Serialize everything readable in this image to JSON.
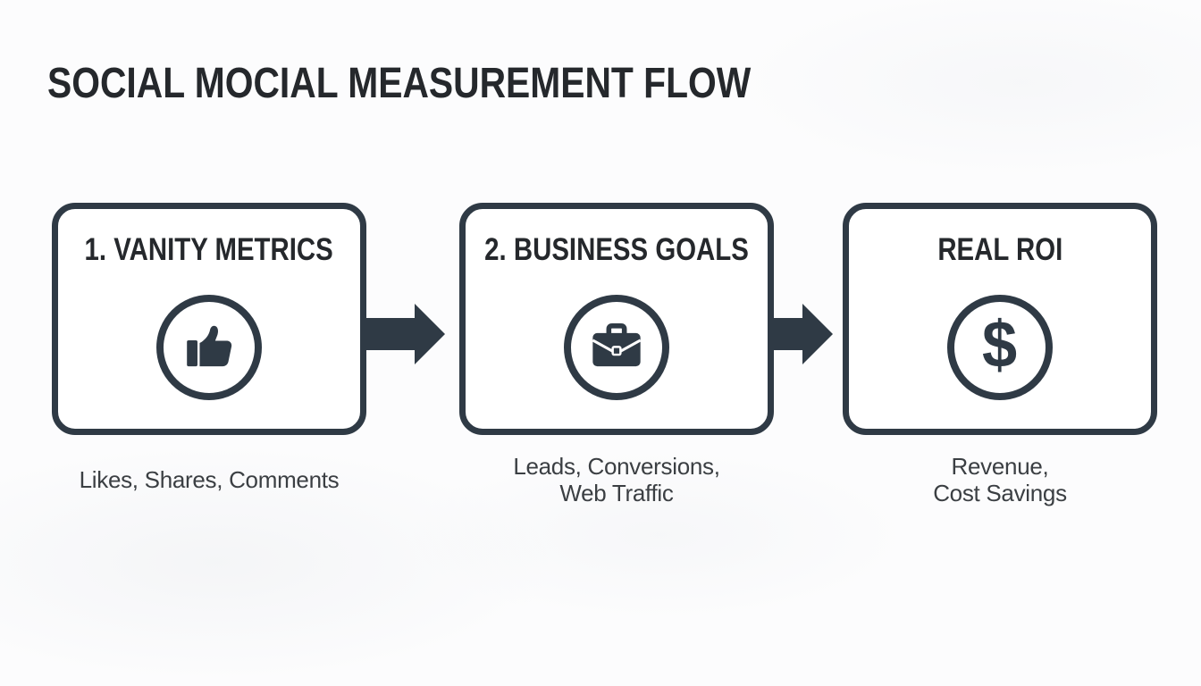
{
  "title": "SOCIAL MOCIAL MEASUREMENT FLOW",
  "colors": {
    "accent": "#2f3a45",
    "heading_text": "#25282c",
    "caption_text": "#3b3f43",
    "background": "#fcfcfd",
    "card_background": "#ffffff"
  },
  "steps": [
    {
      "label": "1. VANITY METRICS",
      "icon": "thumbs-up-icon",
      "caption_lines": [
        "Likes, Shares, Comments"
      ]
    },
    {
      "label": "2. BUSINESS GOALS",
      "icon": "briefcase-icon",
      "caption_lines": [
        "Leads, Conversions,",
        "Web Traffic"
      ]
    },
    {
      "label": "REAL ROI",
      "icon": "dollar-sign-icon",
      "caption_lines": [
        "Revenue,",
        "Cost Savings"
      ],
      "dollar_glyph": "$"
    }
  ],
  "connectors": [
    {
      "type": "arrow-right"
    },
    {
      "type": "arrow-right"
    }
  ]
}
